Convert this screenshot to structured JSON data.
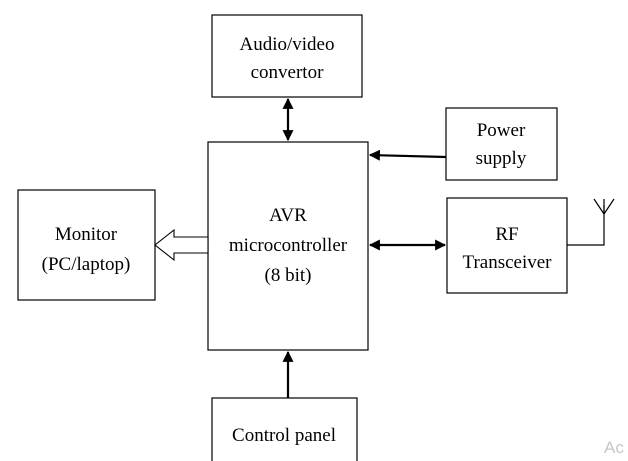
{
  "blocks": {
    "audio_video": {
      "line1": "Audio/video",
      "line2": "convertor"
    },
    "power_supply": {
      "line1": "Power",
      "line2": "supply"
    },
    "microcontroller": {
      "line1": "AVR",
      "line2": "microcontroller",
      "line3": "(8 bit)"
    },
    "monitor": {
      "line1": "Monitor",
      "line2": "(PC/laptop)"
    },
    "rf": {
      "line1": "RF",
      "line2": "Transceiver"
    },
    "control_panel": {
      "line1": "Control panel"
    }
  },
  "watermark": "Ac"
}
